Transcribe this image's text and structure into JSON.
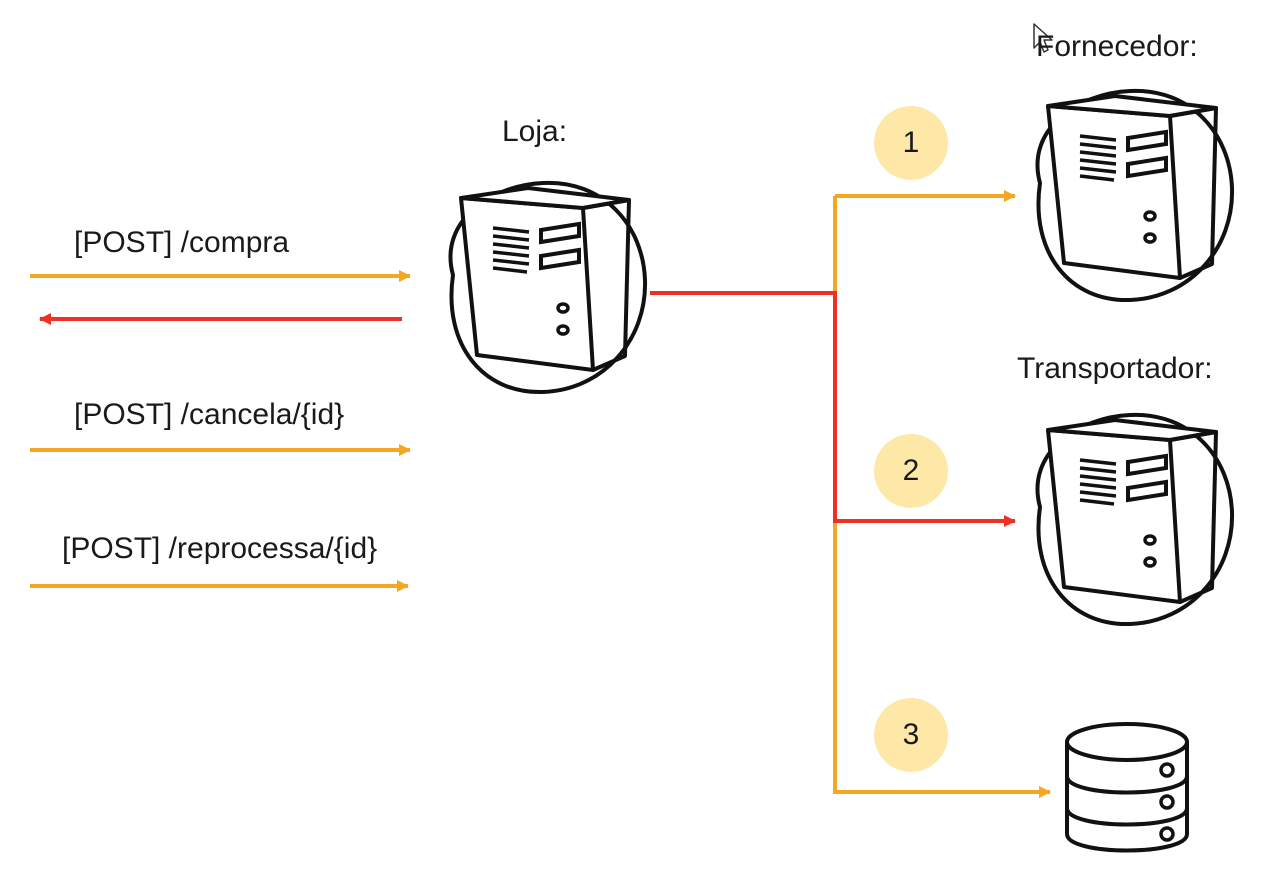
{
  "colors": {
    "request": "#f5a623",
    "response": "#ee3124",
    "badge": "#fde8a8",
    "ink": "#111111"
  },
  "nodes": {
    "loja": "Loja:",
    "fornecedor": "Fornecedor:",
    "transportador": "Transportador:"
  },
  "endpoints": [
    {
      "label": "[POST] /compra"
    },
    {
      "label": "[POST] /cancela/{id}"
    },
    {
      "label": "[POST] /reprocessa/{id}"
    }
  ],
  "steps": [
    "1",
    "2",
    "3"
  ],
  "icons": {
    "server": "server-icon",
    "database": "database-icon",
    "cursor": "cursor-icon"
  }
}
